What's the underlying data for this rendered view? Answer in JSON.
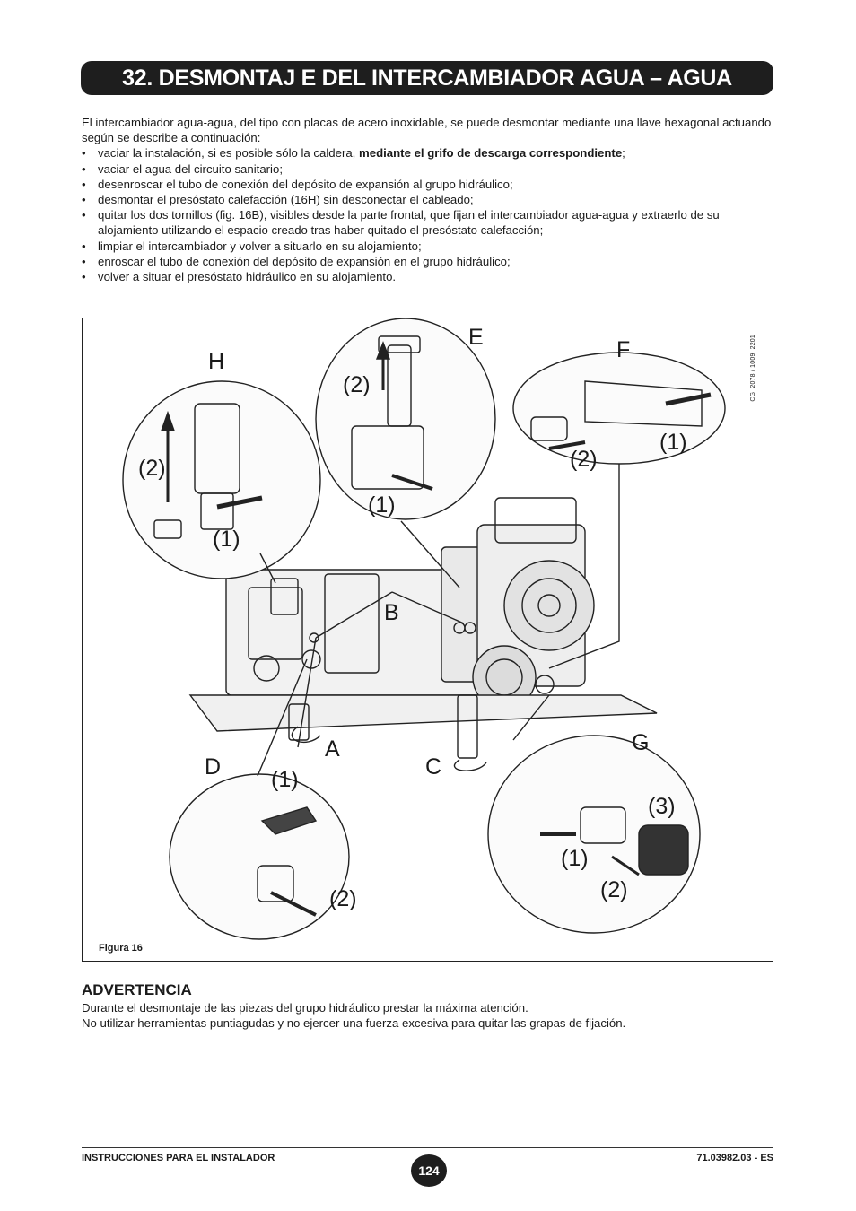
{
  "title": "32. DESMONTAJ E DEL INTERCAMBIADOR AGUA – AGUA",
  "intro": {
    "lead": "El intercambiador agua-agua, del tipo con placas de acero inoxidable, se puede desmontar mediante una llave hexagonal actuando según se describe a continuación:",
    "first_item_text": "vaciar la instalación, si es posible sólo la caldera, ",
    "first_item_bold": "mediante el grifo de descarga correspondiente",
    "first_item_end": ";",
    "items": [
      "vaciar el agua del circuito sanitario;",
      "desenroscar el tubo de conexión del depósito de expansión al grupo hidráulico;",
      "desmontar el presóstato calefacción (16H) sin desconectar el cableado;",
      "quitar los dos tornillos (fig. 16B), visibles desde la parte frontal, que fijan el intercambiador agua-agua y extraerlo de su alojamiento utilizando el espacio creado tras haber quitado el presóstato calefacción;",
      "limpiar el intercambiador y volver a situarlo en su alojamiento;",
      "enroscar el tubo de conexión del depósito de expansión en el grupo hidráulico;",
      "volver a situar el presóstato hidráulico en su alojamiento."
    ]
  },
  "figure": {
    "caption": "Figura 16",
    "code": "CG_2078 / 1009_2201",
    "labels": {
      "H": "H",
      "E": "E",
      "F": "F",
      "B": "B",
      "A": "A",
      "C": "C",
      "D": "D",
      "G": "G",
      "h2": "(2)",
      "h1": "(1)",
      "e2": "(2)",
      "e1": "(1)",
      "f1": "(1)",
      "f2": "(2)",
      "d1": "(1)",
      "d2": "(2)",
      "g3": "(3)",
      "g1": "(1)",
      "g2": "(2)"
    }
  },
  "warning": {
    "heading": "ADVERTENCIA",
    "line1": "Durante el desmontaje de las piezas del grupo hidráulico prestar la máxima atención.",
    "line2": "No utilizar herramientas puntiagudas y no ejercer una fuerza excesiva para quitar las grapas de fijación."
  },
  "footer": {
    "left": "INSTRUCCIONES PARA EL INSTALADOR",
    "page": "124",
    "right": "71.03982.03 - ES"
  }
}
